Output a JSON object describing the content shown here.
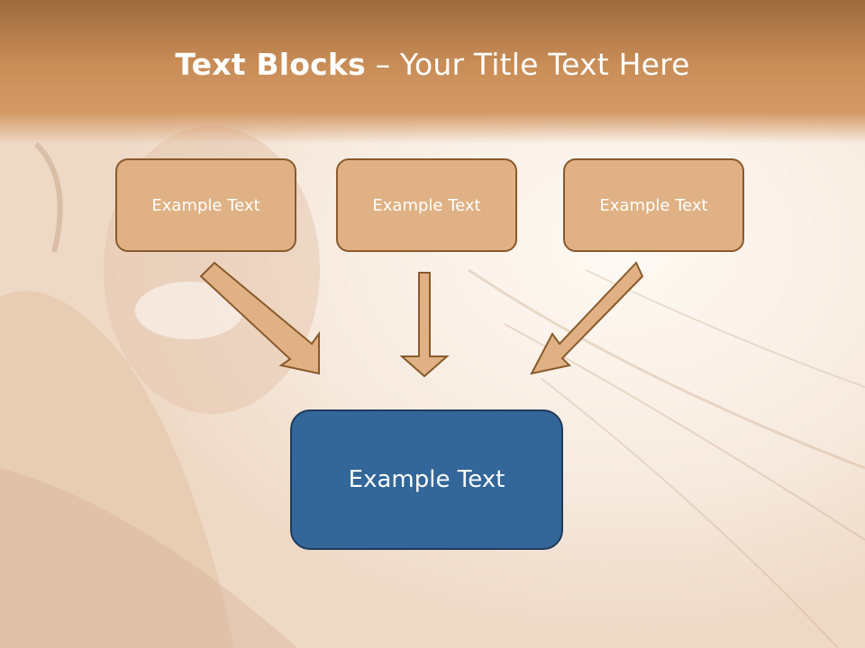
{
  "slide": {
    "title_bold": "Text Blocks",
    "title_sep": " – ",
    "title_rest": "Your Title Text Here"
  },
  "blocks": [
    {
      "label": "Example Text"
    },
    {
      "label": "Example Text"
    },
    {
      "label": "Example Text"
    }
  ],
  "main_block": {
    "label": "Example Text"
  },
  "colors": {
    "header": "#c98d57",
    "block_fill": "#dfb184",
    "block_border": "#8a5a2b",
    "main_fill": "#336699",
    "arrow_fill": "#dfb184"
  }
}
